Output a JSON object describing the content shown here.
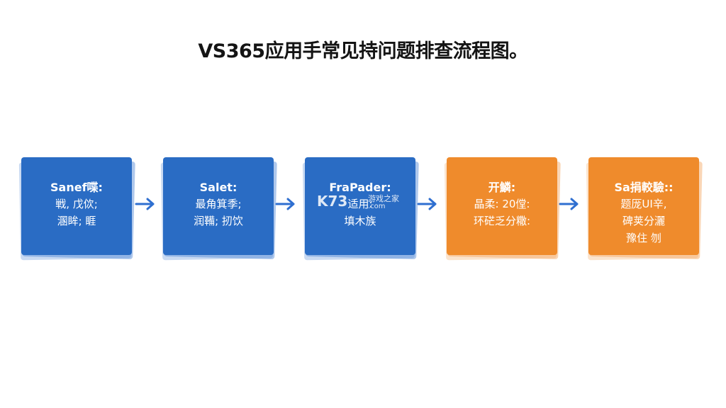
{
  "title": "VS365应用手常见持问题排查流程图。",
  "steps": [
    {
      "color": "blue",
      "head": "Sanef喋:",
      "lines": [
        "戦, 戊佽;",
        "溷眸; 睚"
      ]
    },
    {
      "color": "blue",
      "head": "Salet:",
      "lines": [
        "最角箕季;",
        "润鞴; 扨饮"
      ]
    },
    {
      "color": "blue",
      "head": "FraPader:",
      "lines": [
        "适用:",
        "填木族"
      ]
    },
    {
      "color": "orange",
      "head": "开鱗:",
      "lines": [
        "晶柔: 20㑽:",
        "环硭乏分糤:"
      ]
    },
    {
      "color": "orange",
      "head": "Sa捐較驗::",
      "lines": [
        "题厐UI辛,",
        "碑荚分灑",
        "豫住  刎"
      ]
    }
  ],
  "arrow_icon": "arrow-right-icon",
  "colors": {
    "blue": "#2a6cc4",
    "orange": "#ef8b2c",
    "arrow": "#2f6fd0"
  },
  "watermark": {
    "logo": "K73",
    "text": "游戏之家",
    "domain": ".com"
  }
}
